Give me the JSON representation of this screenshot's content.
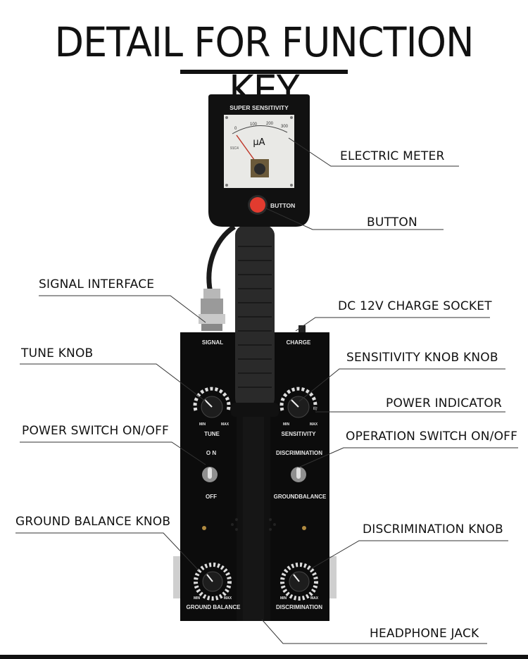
{
  "title": "DETAIL FOR FUNCTION KEY",
  "meter": {
    "header": "SUPER SENSITIVITY",
    "unit": "μA",
    "scale": [
      "0",
      "100",
      "200",
      "300"
    ],
    "model": "91C4"
  },
  "panel": {
    "button": "BUTTON",
    "signal": "SIGNAL",
    "charge": "CHARGE",
    "tune": "TUNE",
    "sensitivity": "SENSITIVITY",
    "min": "MIN",
    "max": "MAX",
    "on": "O N",
    "off": "OFF",
    "discrimination": "DISCRIMINATION",
    "groundbalance": "GROUNDBALANCE",
    "ground_balance_bottom": "GROUND BALANCE",
    "discrimination_bottom": "DISCRIMINATION"
  },
  "labels": {
    "electric_meter": "ELECTRIC METER",
    "button": "BUTTON",
    "signal_interface": "SIGNAL INTERFACE",
    "dc_socket": "DC 12V CHARGE SOCKET",
    "tune_knob": "TUNE KNOB",
    "sensitivity_knob": "SENSITIVITY KNOB KNOB",
    "power_indicator": "POWER INDICATOR",
    "power_switch": "POWER SWITCH ON/OFF",
    "operation_switch": "OPERATION SWITCH ON/OFF",
    "ground_balance_knob": "GROUND BALANCE KNOB",
    "discrimination_knob": "DISCRIMINATION KNOB",
    "headphone_jack": "HEADPHONE JACK"
  }
}
